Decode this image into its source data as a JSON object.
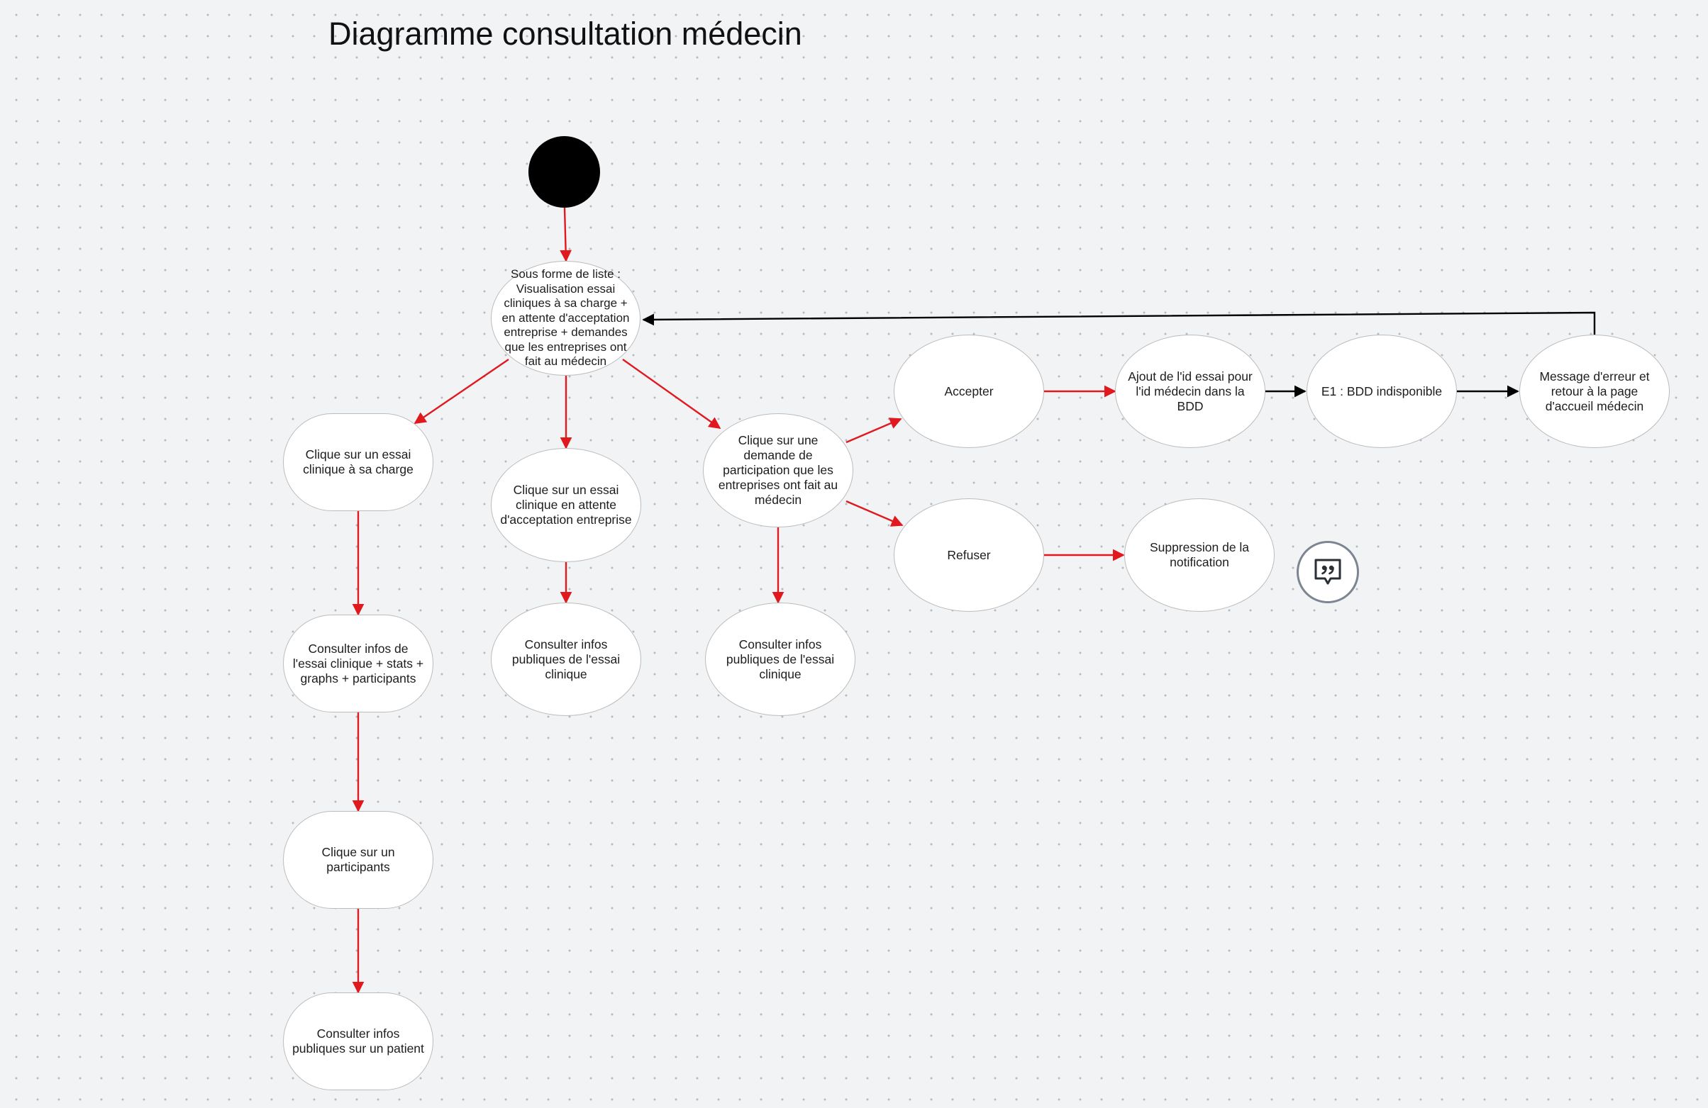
{
  "diagram": {
    "title": "Diagramme consultation médecin",
    "nodes": {
      "list_view": "Sous forme de liste : Visualisation essai cliniques à sa charge + en attente d'acceptation entreprise + demandes que les entreprises ont fait au médecin",
      "click_own_trial": "Clique sur un essai clinique à sa charge",
      "click_pending_trial": "Clique sur un essai clinique en attente d'acceptation entreprise",
      "click_request": "Clique sur une demande de participation que les entreprises ont fait au médecin",
      "accept": "Accepter",
      "refuse": "Refuser",
      "add_id": "Ajout de l'id essai pour l'id médecin dans la BDD",
      "db_unavailable": "E1 : BDD indisponible",
      "error_message": "Message d'erreur et retour à la page d'accueil médecin",
      "delete_notification": "Suppression de la notification",
      "consult_trial_stats": "Consulter infos de l'essai clinique + stats + graphs + participants",
      "consult_public_pending": "Consulter infos publiques de l'essai clinique",
      "consult_public_request": "Consulter infos publiques de l'essai clinique",
      "click_participant": "Clique sur un participants",
      "consult_patient": "Consulter infos publiques sur un patient"
    },
    "colors": {
      "main_flow": "#e0191f",
      "exception_flow": "#000000",
      "start_fill": "#000000",
      "node_fill": "#ffffff",
      "node_border": "#bcbcbc"
    },
    "icons": {
      "comment": "comment-quote-icon"
    }
  }
}
